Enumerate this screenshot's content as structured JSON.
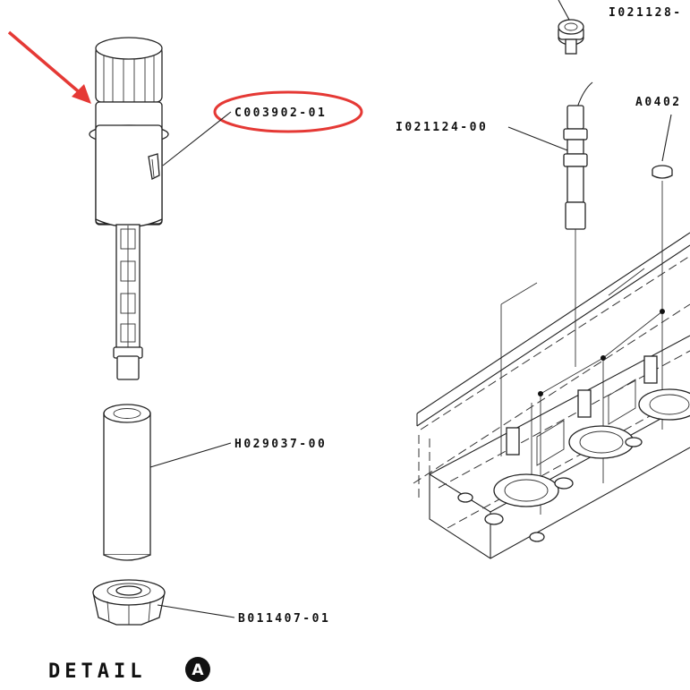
{
  "labels": {
    "c003902": "C003902-01",
    "h029037": "H029037-00",
    "b011407": "B011407-01",
    "i021124": "I021124-00",
    "i021128": "I021128-",
    "a0402": "A0402"
  },
  "detail": {
    "text": "DETAIL",
    "badge": "A"
  },
  "colors": {
    "highlight": "#e53935",
    "line": "#222222"
  }
}
